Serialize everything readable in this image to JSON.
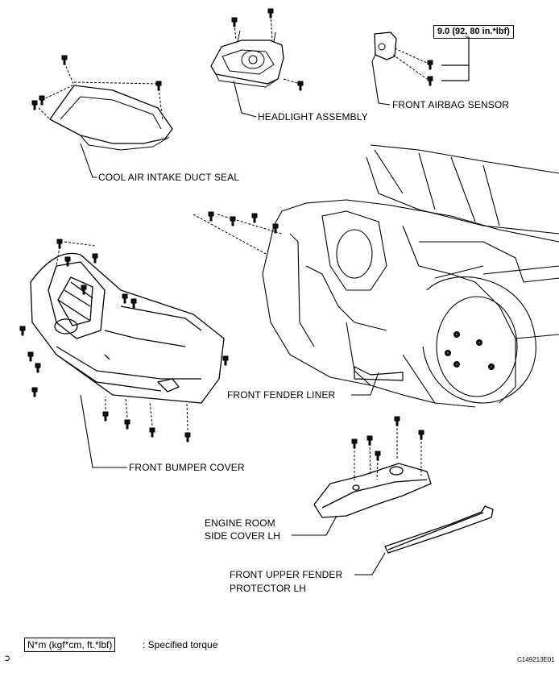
{
  "labels": {
    "headlight": "HEADLIGHT ASSEMBLY",
    "airbag_sensor": "FRONT AIRBAG SENSOR",
    "cool_air_seal": "COOL AIR INTAKE DUCT SEAL",
    "fender_liner": "FRONT FENDER LINER",
    "bumper_cover": "FRONT BUMPER COVER",
    "engine_cover_line1": "ENGINE ROOM",
    "engine_cover_line2": "SIDE COVER LH",
    "fender_protector_line1": "FRONT UPPER FENDER",
    "fender_protector_line2": "PROTECTOR  LH"
  },
  "torque_spec": "9.0 (92, 80 in.*lbf)",
  "legend": {
    "unit_box": "N*m (kgf*cm, ft.*lbf)",
    "description": ": Specified torque"
  },
  "figure_code": "C149213E01",
  "corner_mark": "Ↄ"
}
